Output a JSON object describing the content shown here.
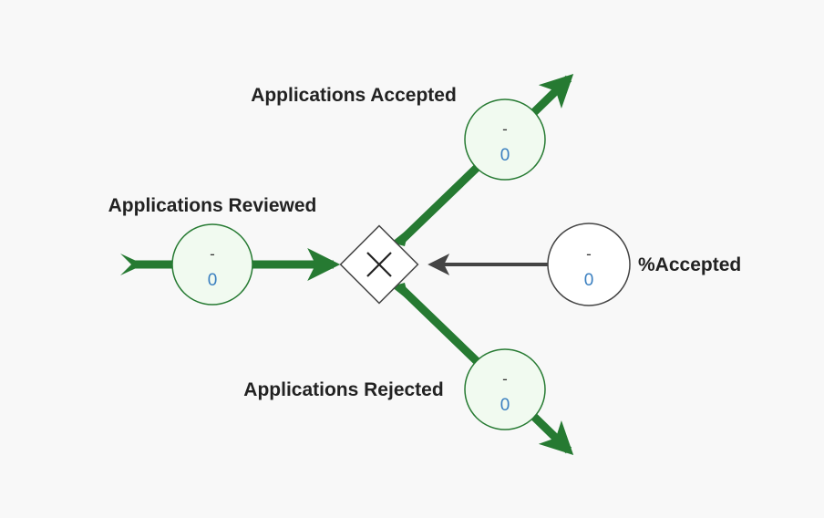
{
  "nodes": {
    "reviewed": {
      "label": "Applications Reviewed",
      "dash": "-",
      "value": "0"
    },
    "accepted": {
      "label": "Applications Accepted",
      "dash": "-",
      "value": "0"
    },
    "rejected": {
      "label": "Applications Rejected",
      "dash": "-",
      "value": "0"
    },
    "pct_accepted": {
      "label": "%Accepted",
      "dash": "-",
      "value": "0"
    }
  },
  "colors": {
    "flow": "#267a32",
    "flow_node_fill": "#f1faf0",
    "value_text": "#3a7fc0",
    "link": "#444444",
    "aux_fill": "#ffffff"
  },
  "icons": {
    "gateway": "x-icon"
  }
}
